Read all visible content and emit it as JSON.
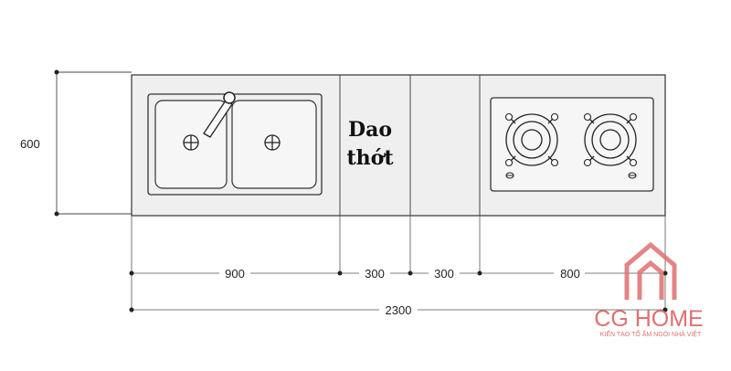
{
  "dimensions": {
    "depth": "600",
    "sink": "900",
    "cutting_board": "300",
    "blank": "300",
    "stove": "800",
    "total": "2300"
  },
  "labels": {
    "cutting_board_line1": "Dao",
    "cutting_board_line2": "thớt"
  },
  "logo": {
    "name": "CG HOME",
    "tagline": "KIẾN TẠO TỔ ẤM NGÔI NHÀ VIỆT",
    "color": "#e07070"
  },
  "colors": {
    "counter_fill": "#efefef",
    "line": "#333333"
  }
}
